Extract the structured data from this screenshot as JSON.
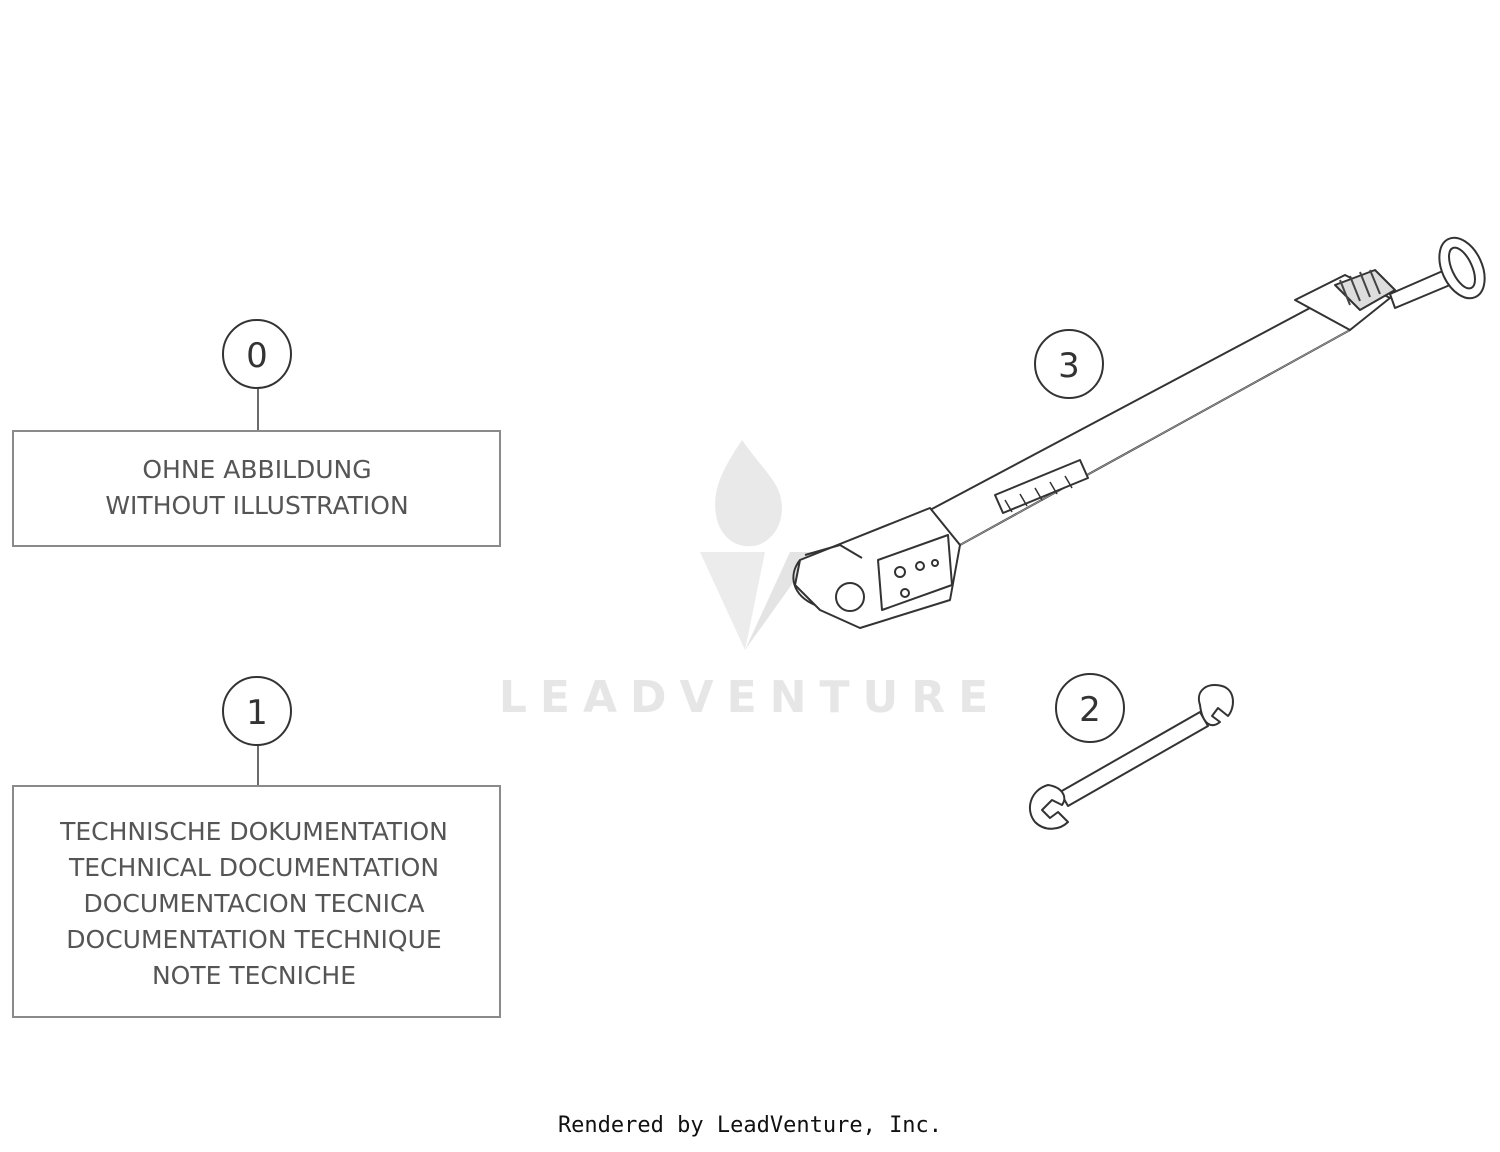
{
  "callouts": [
    {
      "number": "0",
      "lines": [
        "OHNE ABBILDUNG",
        "WITHOUT ILLUSTRATION"
      ]
    },
    {
      "number": "1",
      "lines": [
        "TECHNISCHE DOKUMENTATION",
        "TECHNICAL DOCUMENTATION",
        "DOCUMENTACION TECNICA",
        "DOCUMENTATION TECHNIQUE",
        "NOTE TECNICHE"
      ]
    }
  ],
  "parts": [
    {
      "number": "3",
      "icon": "side-stand-icon"
    },
    {
      "number": "2",
      "icon": "wrench-icon"
    }
  ],
  "watermark": {
    "text": "LEADVENTURE",
    "color": "#e6e6e6"
  },
  "footer": {
    "text": "Rendered by LeadVenture, Inc."
  },
  "colors": {
    "line": "#6b6b6b",
    "box_border": "#8a8a8a",
    "text": "#555555"
  }
}
